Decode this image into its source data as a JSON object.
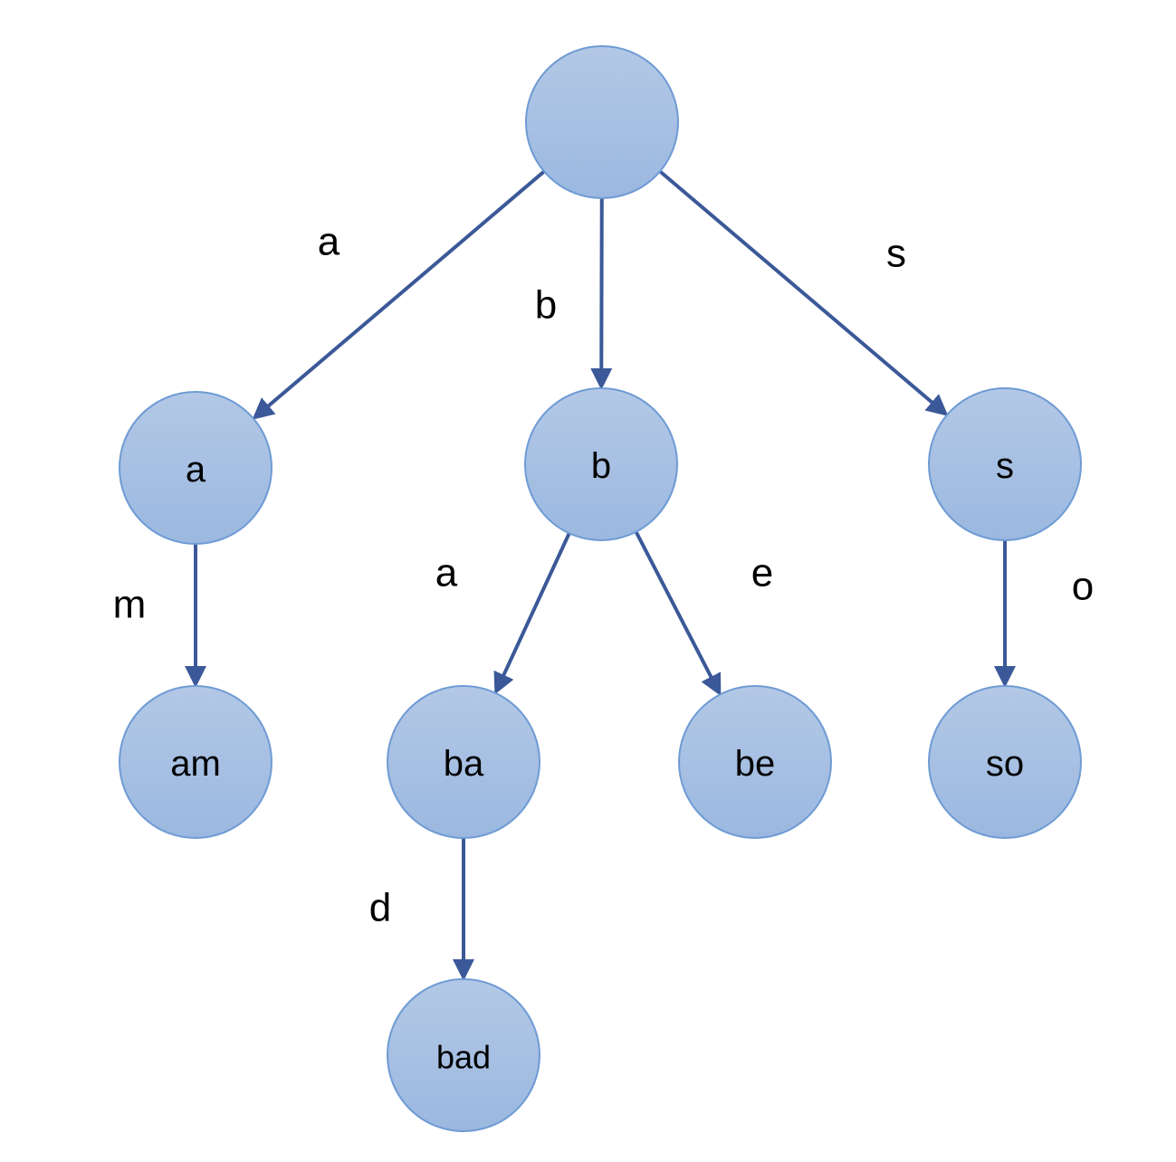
{
  "title": "Trie",
  "colors": {
    "node_fill_top": "#b3c8e6",
    "node_fill_bottom": "#9bb8e0",
    "node_stroke": "#6f9bd4",
    "edge": "#3b5998"
  },
  "nodes": [
    {
      "id": "root",
      "label": ""
    },
    {
      "id": "a",
      "label": "a"
    },
    {
      "id": "b",
      "label": "b"
    },
    {
      "id": "s",
      "label": "s"
    },
    {
      "id": "am",
      "label": "am"
    },
    {
      "id": "ba",
      "label": "ba"
    },
    {
      "id": "be",
      "label": "be"
    },
    {
      "id": "so",
      "label": "so"
    },
    {
      "id": "bad",
      "label": "bad"
    }
  ],
  "edges": [
    {
      "from": "root",
      "to": "a",
      "label": "a"
    },
    {
      "from": "root",
      "to": "b",
      "label": "b"
    },
    {
      "from": "root",
      "to": "s",
      "label": "s"
    },
    {
      "from": "a",
      "to": "am",
      "label": "m"
    },
    {
      "from": "b",
      "to": "ba",
      "label": "a"
    },
    {
      "from": "b",
      "to": "be",
      "label": "e"
    },
    {
      "from": "s",
      "to": "so",
      "label": "o"
    },
    {
      "from": "ba",
      "to": "bad",
      "label": "d"
    }
  ]
}
